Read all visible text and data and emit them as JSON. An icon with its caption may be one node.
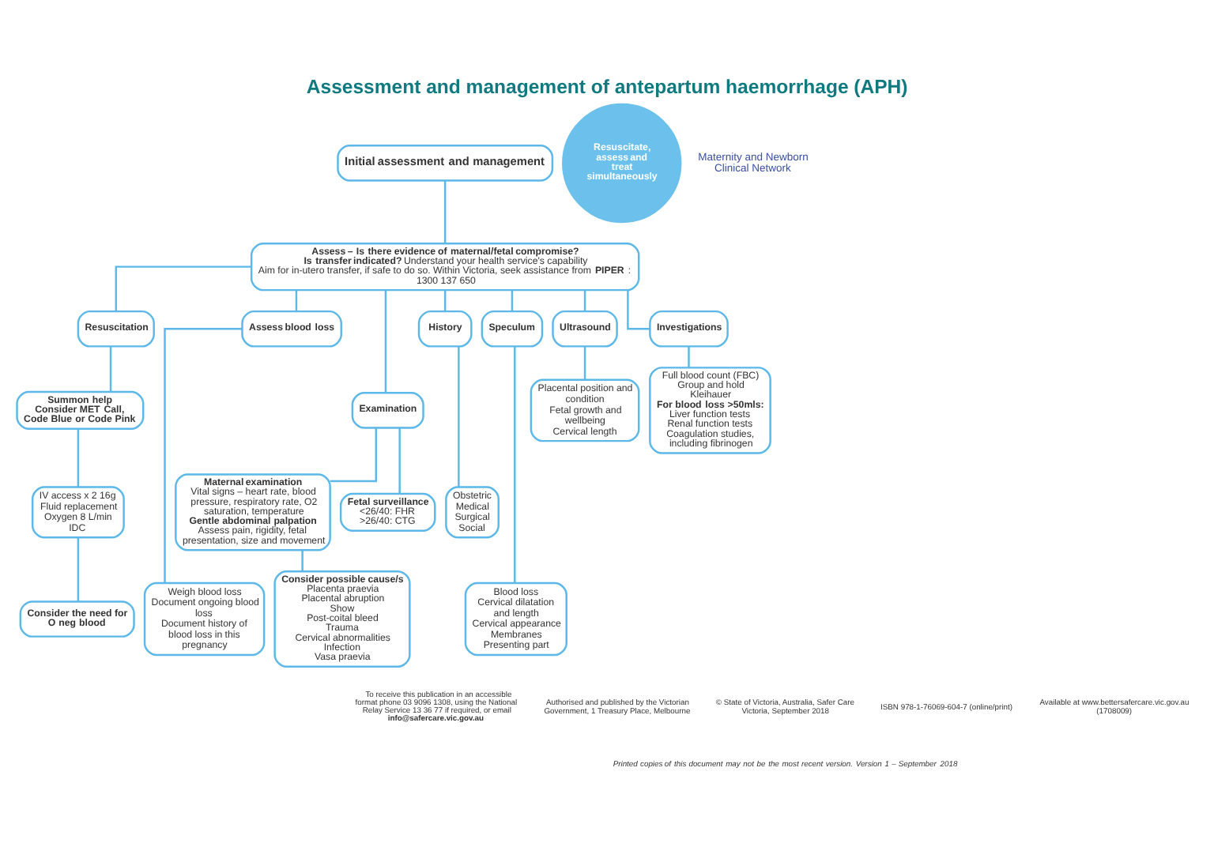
{
  "diagram": {
    "title": "Assessment and management of antepartum haemorrhage (APH)",
    "nodes": [
      {
        "text": [
          "Initial assessment and management"
        ]
      },
      {
        "text": [
          "Assess – Is there evidence of maternal/fetal compromise?",
          "**Is transfer indicated?** Understand your health service's capability",
          "Aim for in-utero transfer, if safe to do so. Within Victoria, seek assistance from **PIPER**: 1300 137 650"
        ]
      },
      {
        "text": [
          "Resuscitation"
        ]
      },
      {
        "text": [
          "Assess blood loss"
        ]
      },
      {
        "text": [
          "Examination"
        ]
      },
      {
        "text": [
          "History"
        ]
      },
      {
        "text": [
          "Speculum"
        ]
      },
      {
        "text": [
          "Ultrasound"
        ]
      },
      {
        "text": [
          "Investigations"
        ]
      },
      {
        "text": [
          "Summon help",
          "Consider MET Call, Code Blue or Code Pink"
        ]
      },
      {
        "text": [
          "IV access x 2 16g",
          "Fluid replacement",
          "Oxygen 8 L/min",
          "IDC"
        ]
      },
      {
        "text": [
          "Consider the need for O neg blood"
        ]
      },
      {
        "text": [
          "Weigh blood loss",
          "Document ongoing blood loss",
          "Document history of blood loss in this pregnancy"
        ]
      },
      {
        "text": [
          "Maternal examination",
          "Vital signs – heart rate, blood pressure, respiratory rate, O2 saturation, temperature",
          "Gentle abdominal palpation",
          "Assess pain, rigidity, fetal presentation, size and movement"
        ]
      },
      {
        "text": [
          "Fetal surveillance",
          "<26/40: FHR",
          ">26/40: CTG"
        ]
      },
      {
        "text": [
          "Consider possible cause/s",
          "Placenta praevia",
          "Placental abruption",
          "Show",
          "Post-coital bleed",
          "Trauma",
          "Cervical abnormalities",
          "Infection",
          "Vasa praevia"
        ]
      },
      {
        "text": [
          "Obstetric",
          "Medical",
          "Surgical",
          "Social"
        ]
      },
      {
        "text": [
          "Blood loss",
          "Cervical dilatation and length",
          "Cervical appearance",
          "Membranes",
          "Presenting part"
        ]
      },
      {
        "text": [
          "Placental position and condition",
          "Fetal growth and wellbeing",
          "Cervical length"
        ]
      },
      {
        "text": [
          "Full blood count (FBC)",
          "Group and hold",
          "Kleihauer",
          "For blood loss >50mls:",
          "Liver function tests",
          "Renal function tests",
          "Coagulation studies, including fibrinogen"
        ]
      },
      {
        "text": [
          "Resuscitate, assess and treat simultaneously"
        ]
      }
    ],
    "edges": [
      {
        "from": 0,
        "to": 1,
        "arrow": "none"
      },
      {
        "from": 1,
        "to": 2,
        "arrow": "none"
      },
      {
        "from": 1,
        "to": 3,
        "arrow": "none"
      },
      {
        "from": 1,
        "to": 4,
        "arrow": "none"
      },
      {
        "from": 1,
        "to": 5,
        "arrow": "none"
      },
      {
        "from": 1,
        "to": 6,
        "arrow": "none"
      },
      {
        "from": 1,
        "to": 7,
        "arrow": "none"
      },
      {
        "from": 1,
        "to": 8,
        "arrow": "none"
      },
      {
        "from": 2,
        "to": 9,
        "arrow": "none"
      },
      {
        "from": 9,
        "to": 10,
        "arrow": "none"
      },
      {
        "from": 10,
        "to": 11,
        "arrow": "none"
      },
      {
        "from": 3,
        "to": 12,
        "arrow": "none"
      },
      {
        "from": 4,
        "to": 13,
        "arrow": "none"
      },
      {
        "from": 4,
        "to": 14,
        "arrow": "none"
      },
      {
        "from": 13,
        "to": 15,
        "arrow": "none"
      },
      {
        "from": 5,
        "to": 16,
        "arrow": "none"
      },
      {
        "from": 6,
        "to": 17,
        "arrow": "none"
      },
      {
        "from": 7,
        "to": 18,
        "arrow": "none"
      },
      {
        "from": 8,
        "to": 19,
        "arrow": "none"
      }
    ],
    "labels": [
      "Maternity and Newborn Clinical Network",
      "To receive this publication in an accessible format phone 03 9096 1308, using the National Relay Service 13 36 77 if required, or email **info@safercare.vic.gov.au**",
      "Authorised and published by the Victorian Government, 1 Treasury Place, Melbourne",
      "© State of Victoria, Australia, Safer Care Victoria, September 2018",
      "ISBN 978-1-76069-604-7 (online/print)",
      "Available at www.bettersafercare.vic.gov.au (1708009)",
      "Printed copies of this document may not be the most recent version. Version 1 – September 2018"
    ]
  }
}
